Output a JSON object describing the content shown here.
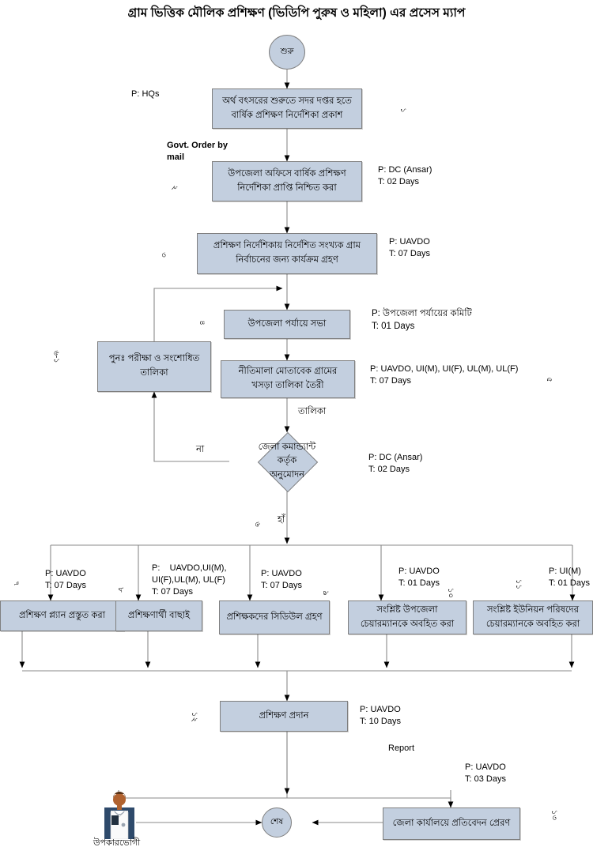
{
  "title": "গ্রাম ভিত্তিক মৌলিক প্রশিক্ষণ (ভিডিপি পুরুষ ও মহিলা) এর প্রসেস ম্যাপ",
  "nodes": {
    "start": {
      "label": "শুরু"
    },
    "end": {
      "label": "শেষ"
    },
    "n1": {
      "line1": "অর্থ বৎসরের শুরুতে সদর দপ্তর হতে",
      "line2": "বার্ষিক প্রশিক্ষণ নির্দেশিকা প্রকাশ"
    },
    "n2": {
      "line1": "উপজেলা অফিসে বার্ষিক প্রশিক্ষণ",
      "line2": "নির্দেশিকা প্রাপ্তি নিশ্চিত করা"
    },
    "n3": {
      "line1": "প্রশিক্ষণ নির্দেশিকায় নির্দেশিত সংখ্যক গ্রাম",
      "line2": "নির্বাচনের জন্য কার্যক্রম গ্রহণ"
    },
    "n4": {
      "line1": "উপজেলা পর্যায়ে  সভা"
    },
    "n5": {
      "line1": "নীতিমালা মোতাবেক গ্রামের",
      "line2": "খসড়া তালিকা তৈরী"
    },
    "n61": {
      "line1": "পুনঃ পরীক্ষা ও সংশোধিত",
      "line2": "তালিকা"
    },
    "n6": {
      "line1": "জেলা কমান্ড্যান্ট",
      "line2": "কর্তৃক",
      "line3": "অনুমোদন"
    },
    "n7": {
      "line1": "প্রশিক্ষণ প্ল্যান প্রস্তুত করা"
    },
    "n8": {
      "line1": "প্রশিক্ষণার্থী বাছাই"
    },
    "n9": {
      "line1": "প্রশিক্ষকদের সিডিউল গ্রহণ"
    },
    "n10": {
      "line1": "সংশ্লিষ্ট উপজেলা",
      "line2": "চেয়ারম্যানকে অবহিত করা"
    },
    "n11": {
      "line1": "সংশ্লিষ্ট ইউনিয়ন পরিষদের",
      "line2": "চেয়ারম্যানকে অবহিত করা"
    },
    "n12": {
      "line1": "প্রশিক্ষণ প্রদান"
    },
    "n13": {
      "line1": "জেলা কার্যালয়ে প্রতিবেদন প্রেরণ"
    }
  },
  "step_numbers": {
    "s1": "১",
    "s2": "২",
    "s3": "৩",
    "s4": "৪",
    "s5": "৫",
    "s61": "৬-১",
    "s6": "৬",
    "s7": "৭",
    "s8": "৮",
    "s9": "৯",
    "s10": "১০",
    "s11": "১১",
    "s12": "১২",
    "s13": "১৩"
  },
  "annotations": {
    "a1": "P: HQs",
    "a_govt_order": "Govt. Order by\nmail",
    "a2": "P: DC (Ansar)\nT: 02 Days",
    "a3": "P: UAVDO\nT: 07 Days",
    "a4": "P: উপজেলা পর্যায়ের কমিটি\nT: 01 Days",
    "a5": "P: UAVDO, UI(M), UI(F), UL(M), UL(F)\nT: 07 Days",
    "a_talika": "তালিকা",
    "a6": "P: DC (Ansar)\nT: 02 Days",
    "a_na": "না",
    "a_ha": "হাঁ",
    "a7": "P: UAVDO\nT: 07 Days",
    "a8": "P:    UAVDO,UI(M),\nUI(F),UL(M), UL(F)\nT: 07 Days",
    "a9": "P: UAVDO\nT: 07 Days",
    "a10": "P: UAVDO\nT: 01 Days",
    "a11": "P: UI(M)\nT: 01 Days",
    "a12": "P: UAVDO\nT: 10 Days",
    "a_report": "Report",
    "a13": "P: UAVDO\nT: 03 Days",
    "a_beneficiary": "উপকারভোগী"
  },
  "colors": {
    "node_fill": "#c3cfdf",
    "node_border": "#7f7f7f",
    "edge": "#8a8a8a",
    "text": "#000000"
  }
}
